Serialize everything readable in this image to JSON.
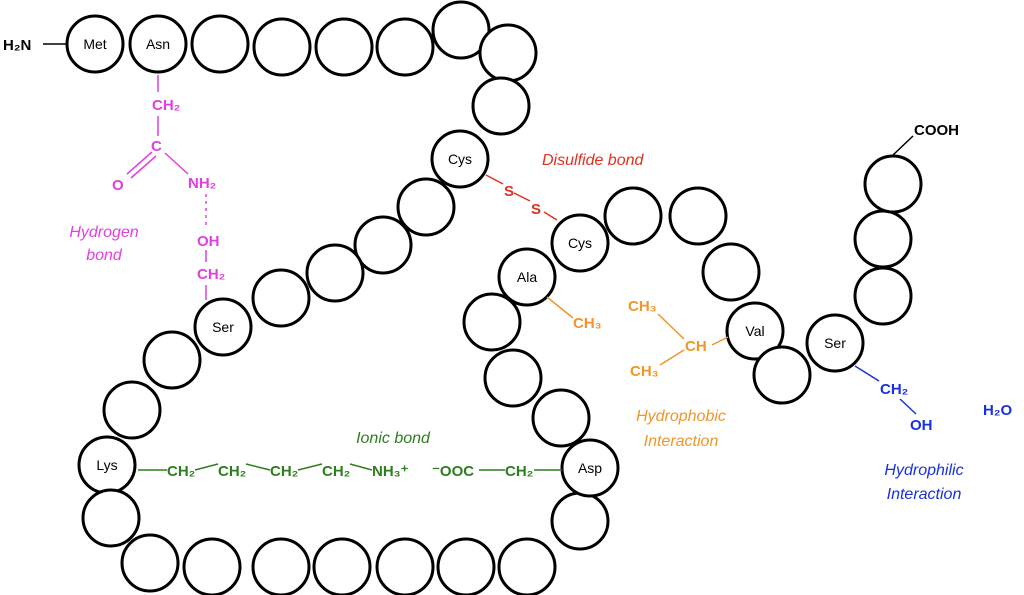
{
  "colors": {
    "hydrogen": "#e040e0",
    "disulfide": "#e03020",
    "ionic": "#2e7d1e",
    "hydrophobic": "#f0962a",
    "hydrophilic": "#1a30e0",
    "black": "#000000"
  },
  "termini": {
    "n": "H₂N",
    "c": "COOH"
  },
  "residue_labels": {
    "met": "Met",
    "asn": "Asn",
    "ser1": "Ser",
    "lys": "Lys",
    "cys1": "Cys",
    "cys2": "Cys",
    "ala": "Ala",
    "val": "Val",
    "asp": "Asp",
    "ser2": "Ser"
  },
  "hydrogen": {
    "asn_ch2": "CH₂",
    "c": "C",
    "o": "O",
    "nh2": "NH₂",
    "oh": "OH",
    "ser_ch2": "CH₂",
    "caption_line1": "Hydrogen",
    "caption_line2": "bond"
  },
  "disulfide": {
    "s1": "S",
    "s2": "S",
    "caption": "Disulfide bond"
  },
  "ionic": {
    "lys_ch2_1": "CH₂",
    "lys_ch2_2": "CH₂",
    "lys_ch2_3": "CH₂",
    "lys_ch2_4": "CH₂",
    "nh3": "NH₃⁺",
    "ooc": "⁻OOC",
    "asp_ch2": "CH₂",
    "caption": "Ionic bond"
  },
  "hydrophobic": {
    "ala_ch3": "CH₃",
    "val_ch3_top": "CH₃",
    "val_ch": "CH",
    "val_ch3_bottom": "CH₃",
    "caption_line1": "Hydrophobic",
    "caption_line2": "Interaction"
  },
  "hydrophilic": {
    "ch2": "CH₂",
    "oh": "OH",
    "water": "H₂O",
    "caption_line1": "Hydrophilic",
    "caption_line2": "Interaction"
  }
}
